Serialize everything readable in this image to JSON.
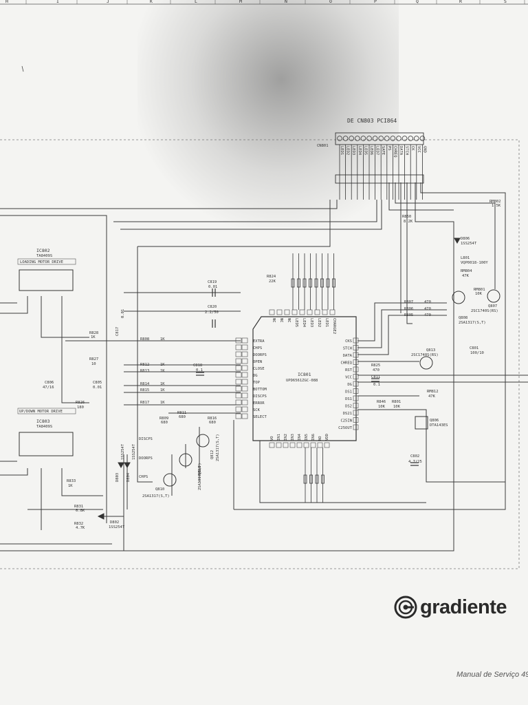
{
  "grid_letters": [
    "H",
    "I",
    "J",
    "K",
    "L",
    "M",
    "N",
    "O",
    "P",
    "Q",
    "R",
    "S"
  ],
  "connector": {
    "title": "DE CN803 PCI864",
    "ref": "CN801",
    "pin_labels": [
      "LED1",
      "LED2",
      "LED3",
      "LED4",
      "LED5",
      "LED6",
      "LED7",
      "SAFE",
      "PS",
      "CHREQ",
      "DATA",
      "STCH",
      "CK",
      "VCC",
      "GND"
    ]
  },
  "ic801": {
    "ref": "IC801",
    "part": "UPD6561ZGC-088",
    "left_pins": [
      "EXTRA",
      "CHPS",
      "DOORPS",
      "OPEN",
      "CLOSE",
      "DG",
      "TOP",
      "BOTTOM",
      "DISCPS",
      "ERROR",
      "SCK",
      "SELECT"
    ],
    "right_pins": [
      "CKS",
      "STCH",
      "DATA",
      "CHREQ",
      "RST",
      "VCC",
      "DG",
      "DS1",
      "DS1",
      "DS2",
      "DS21",
      "C25IN",
      "C25OUT"
    ],
    "top_pins": [
      "NC",
      "NC",
      "NC",
      "LED5",
      "LED4",
      "LED3",
      "LED2",
      "LED1",
      "CHARGE2"
    ],
    "bottom_pins": [
      "VO",
      "IN1",
      "IN2",
      "IN3",
      "IN4",
      "IN5",
      "IN6",
      "NO",
      "VDD"
    ]
  },
  "ic802": {
    "ref": "IC802",
    "part": "TA8409S",
    "title": "LOADING MOTOR DRIVE"
  },
  "ic803": {
    "ref": "IC803",
    "part": "TA8409S",
    "title": "UP/DOWN MOTOR DRIVE"
  },
  "resistors": [
    {
      "ref": "R850",
      "value": "8.2K"
    },
    {
      "ref": "RM802",
      "value": "1.5K"
    },
    {
      "ref": "R824",
      "value": "22K"
    },
    {
      "ref": "R807",
      "value": "470"
    },
    {
      "ref": "R806",
      "value": "470"
    },
    {
      "ref": "R805",
      "value": "470"
    },
    {
      "ref": "R808",
      "value": "1K"
    },
    {
      "ref": "R812",
      "value": "1K"
    },
    {
      "ref": "R813",
      "value": "1K"
    },
    {
      "ref": "R814",
      "value": "1K"
    },
    {
      "ref": "R815",
      "value": "1K"
    },
    {
      "ref": "R817",
      "value": "1K"
    },
    {
      "ref": "R809",
      "value": "680"
    },
    {
      "ref": "R811",
      "value": "680"
    },
    {
      "ref": "R816",
      "value": "680"
    },
    {
      "ref": "R828",
      "value": "1K"
    },
    {
      "ref": "R827",
      "value": "10"
    },
    {
      "ref": "R826",
      "value": "180"
    },
    {
      "ref": "R833",
      "value": "1K"
    },
    {
      "ref": "R831",
      "value": "6.8K"
    },
    {
      "ref": "R832",
      "value": "4.7K"
    },
    {
      "ref": "R825",
      "value": "470"
    },
    {
      "ref": "R846",
      "value": "10K"
    },
    {
      "ref": "R801",
      "value": "10K"
    },
    {
      "ref": "RM804",
      "value": "47K"
    },
    {
      "ref": "RM801",
      "value": "10K"
    },
    {
      "ref": "RM812",
      "value": "47K"
    }
  ],
  "capacitors": [
    {
      "ref": "C819",
      "value": "0.01"
    },
    {
      "ref": "C820",
      "value": "2.2/50"
    },
    {
      "ref": "C818",
      "value": "0.1"
    },
    {
      "ref": "C817",
      "value": "0.01"
    },
    {
      "ref": "C806",
      "value": "47/16"
    },
    {
      "ref": "C805",
      "value": "0.01"
    },
    {
      "ref": "C811",
      "value": "0.1"
    },
    {
      "ref": "C802",
      "value": "4.7/25"
    },
    {
      "ref": "C801",
      "value": "100/10"
    }
  ],
  "transistors": [
    {
      "ref": "Q807",
      "part": "2SC1740S(RS)"
    },
    {
      "ref": "Q808",
      "part": "2SA1317(S,T)"
    },
    {
      "ref": "Q813",
      "part": "2SC1740S(RS)"
    },
    {
      "ref": "Q806",
      "part": "DTA143ES"
    },
    {
      "ref": "Q810",
      "part": "2SA1317(S,T)"
    },
    {
      "ref": "Q811",
      "part": "2SA1317(S,T)"
    },
    {
      "ref": "Q812",
      "part": "2SA1317(S,T)"
    }
  ],
  "diodes": [
    {
      "ref": "D806",
      "part": "1SS254T"
    },
    {
      "ref": "D802",
      "part": "1SS254T"
    },
    {
      "ref": "D803",
      "part": "1SS254T"
    },
    {
      "ref": "D804",
      "part": "1SS254T"
    }
  ],
  "coil": {
    "ref": "L801",
    "part": "VQP0018-100Y"
  },
  "signals": [
    "DISCPS",
    "DOORPS",
    "CHPS"
  ],
  "brand": "gradiente",
  "footer": "Manual de Serviço  49"
}
